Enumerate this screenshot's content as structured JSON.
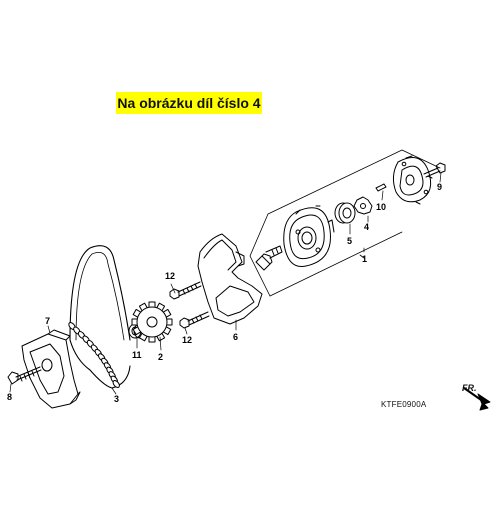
{
  "banner": {
    "text": "Na obrázku díl číslo 4",
    "bg": "#ffff00"
  },
  "diagram_code": "KTFE0900A",
  "direction_label": "FR.",
  "parts": [
    {
      "num": "1"
    },
    {
      "num": "2"
    },
    {
      "num": "3"
    },
    {
      "num": "4"
    },
    {
      "num": "5"
    },
    {
      "num": "6"
    },
    {
      "num": "7"
    },
    {
      "num": "8"
    },
    {
      "num": "9"
    },
    {
      "num": "10"
    },
    {
      "num": "11"
    },
    {
      "num": "12"
    },
    {
      "num": "12"
    }
  ]
}
